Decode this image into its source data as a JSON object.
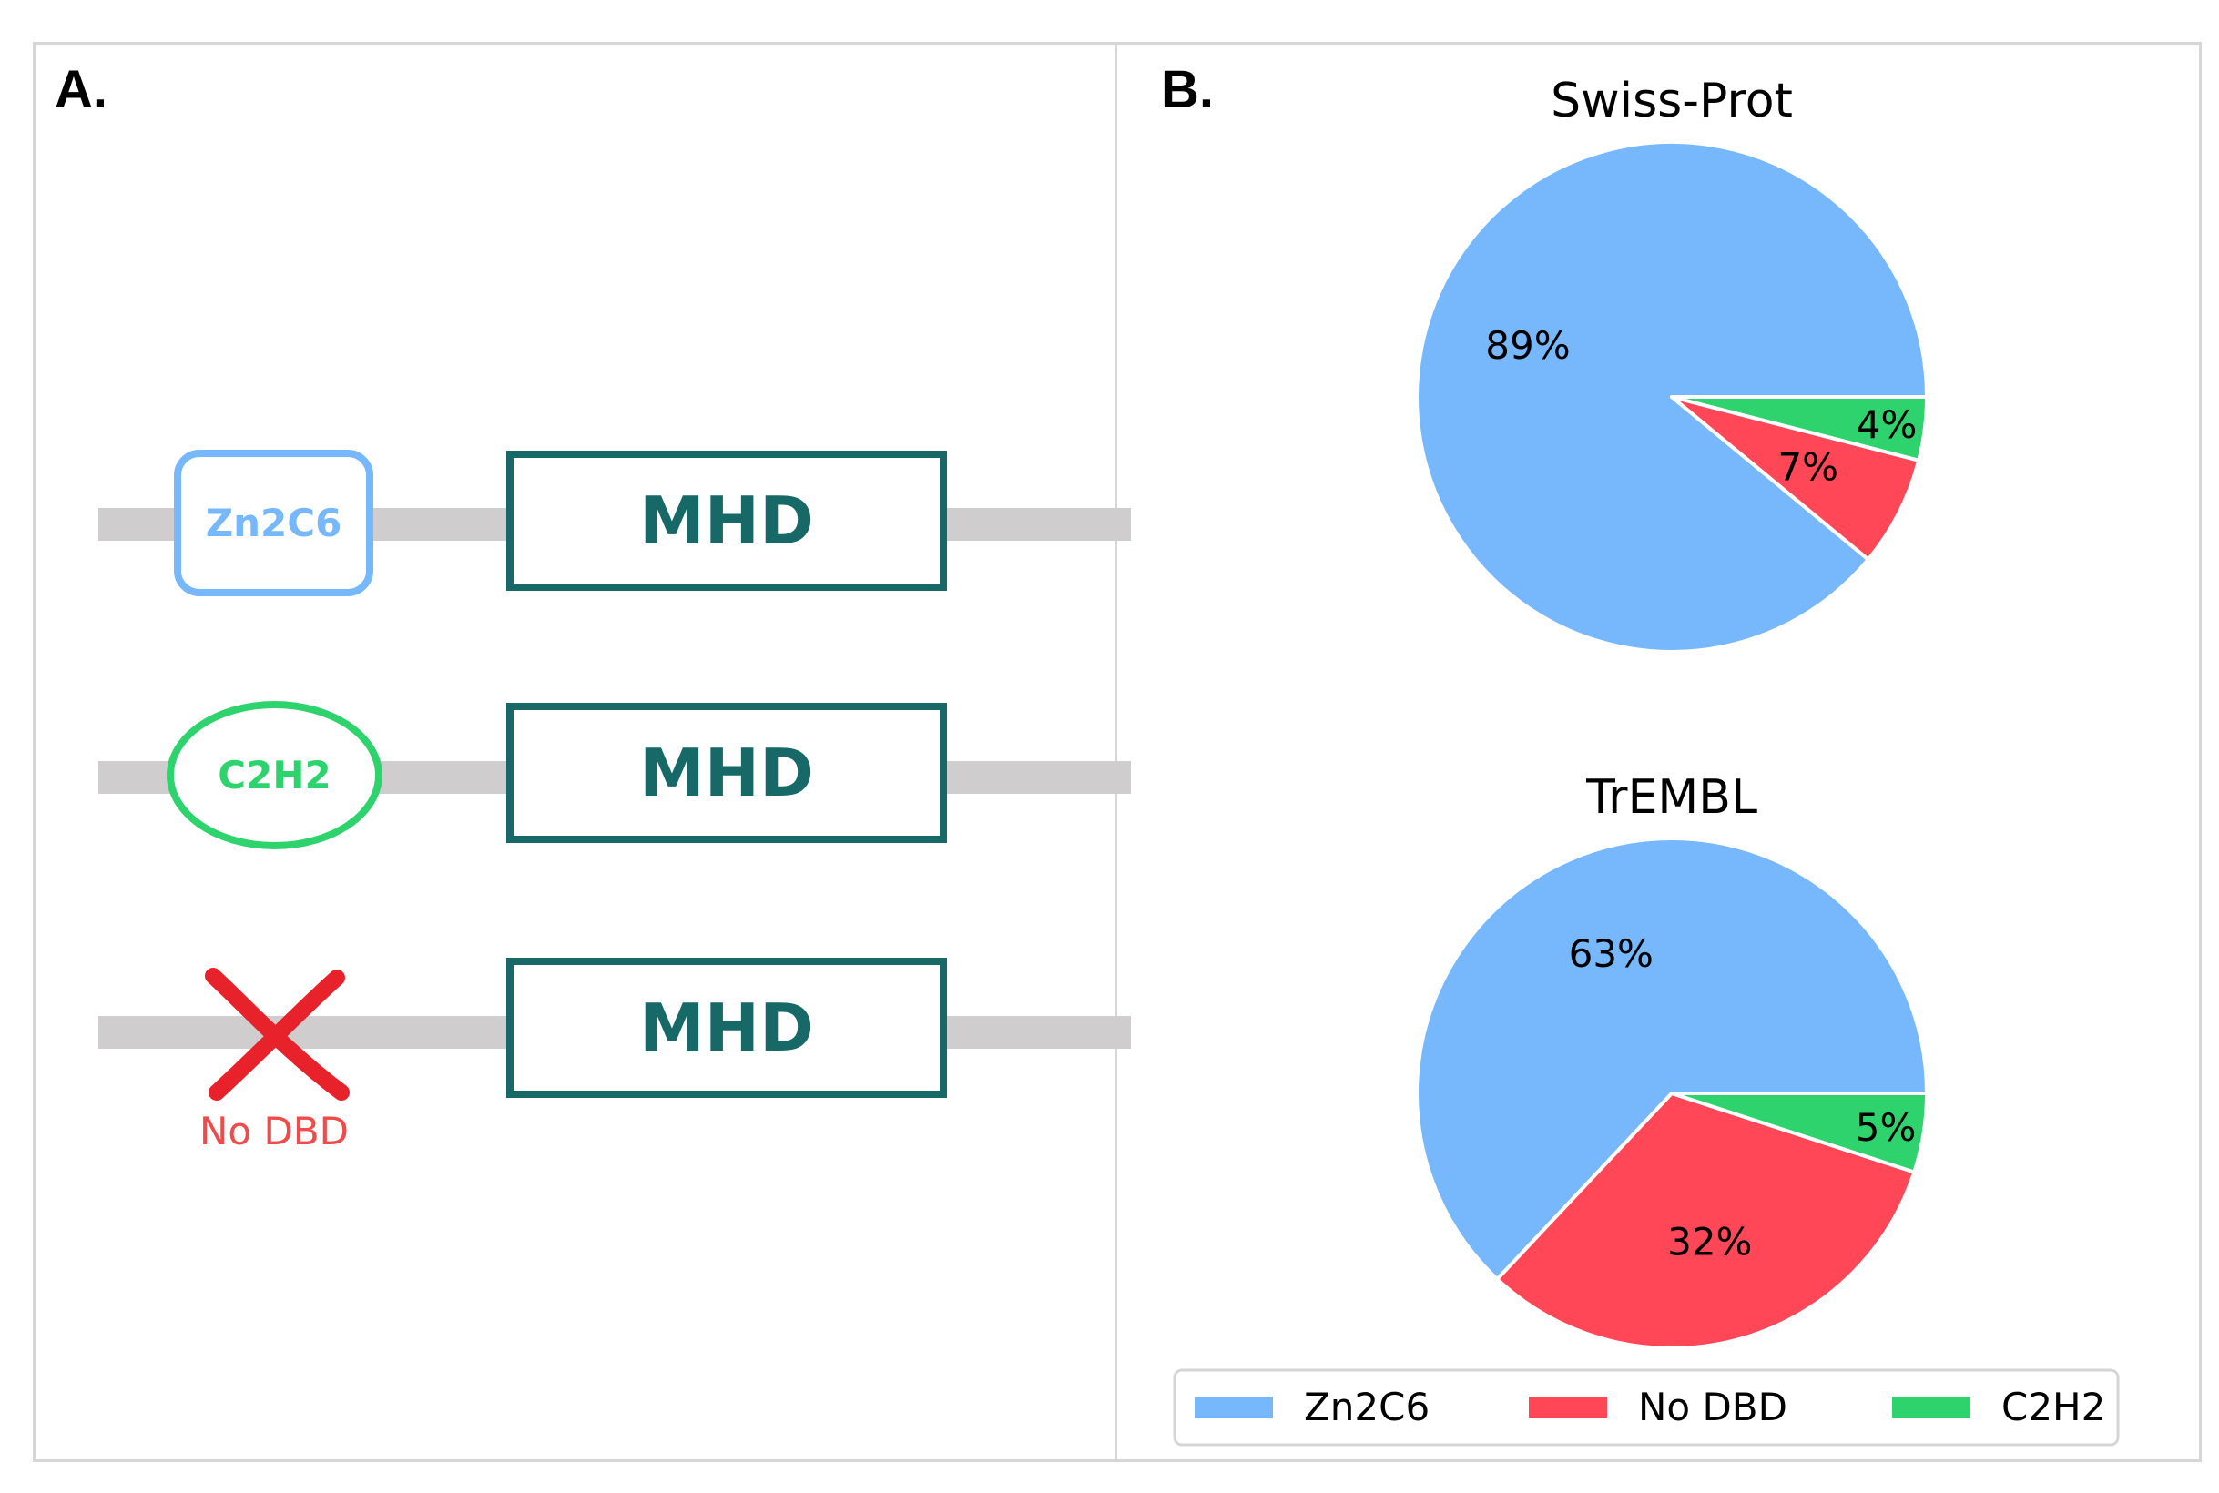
{
  "panel_a": {
    "label": "A.",
    "rows": [
      {
        "dbd_label": "Zn2C6",
        "domain_label": "MHD"
      },
      {
        "dbd_label": "C2H2",
        "domain_label": "MHD"
      },
      {
        "dbd_label": "No DBD",
        "domain_label": "MHD"
      }
    ],
    "colors": {
      "track": "#cfcdcd",
      "mhd": "#166967",
      "zn2c6": "#76b8fb",
      "c2h2": "#2fd36e",
      "no_dbd": "#f04a4a"
    },
    "icons": [
      "cross-mark-icon"
    ]
  },
  "panel_b": {
    "label": "B."
  },
  "chart_data": [
    {
      "type": "pie",
      "title": "Swiss-Prot",
      "labels": [
        "Zn2C6",
        "No DBD",
        "C2H2"
      ],
      "values": [
        89,
        7,
        4
      ],
      "value_labels": [
        "89%",
        "7%",
        "4%"
      ],
      "colors": [
        "#76b8fb",
        "#ff4757",
        "#2fd36e"
      ]
    },
    {
      "type": "pie",
      "title": "TrEMBL",
      "labels": [
        "Zn2C6",
        "No DBD",
        "C2H2"
      ],
      "values": [
        63,
        32,
        5
      ],
      "value_labels": [
        "63%",
        "32%",
        "5%"
      ],
      "colors": [
        "#76b8fb",
        "#ff4757",
        "#2fd36e"
      ]
    }
  ],
  "legend": {
    "placement": "bottom",
    "items": [
      {
        "label": "Zn2C6",
        "color": "#76b8fb"
      },
      {
        "label": "No DBD",
        "color": "#ff4757"
      },
      {
        "label": "C2H2",
        "color": "#2fd36e"
      }
    ]
  }
}
